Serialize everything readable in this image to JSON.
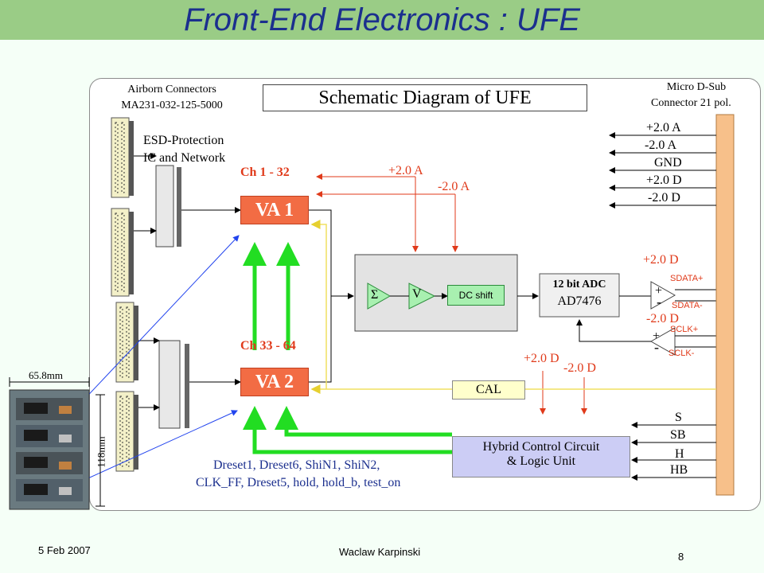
{
  "title": "Front-End Electronics : UFE",
  "schematic_title": "Schematic Diagram of UFE",
  "labels": {
    "airborn_line1": "Airborn Connectors",
    "airborn_line2": "MA231-032-125-5000",
    "esd_line1": "ESD-Protection",
    "esd_line2": "IC and Network",
    "microd_line1": "Micro D-Sub",
    "microd_line2": "Connector 21 pol.",
    "ch_1_32": "Ch  1 - 32",
    "ch_33_64": "Ch 33 - 64",
    "va1": "VA 1",
    "va2": "VA 2",
    "sum": "Σ",
    "v_amp": "V",
    "dc_shift": "DC shift",
    "adc_line1": "12 bit ADC",
    "adc_line2": "AD7476",
    "cal": "CAL",
    "hybrid_line1": "Hybrid Control Circuit",
    "hybrid_line2": "& Logic Unit",
    "signals_line1": "Dreset1, Dreset6, ShiN1, ShiN2,",
    "signals_line2": "CLK_FF, Dreset5, hold, hold_b, test_on",
    "plus2a_mid": "+2.0 A",
    "minus2a_mid": "-2.0 A",
    "plus2d_adc": "+2.0 D",
    "minus2d_adc": "-2.0 D",
    "plus2d_cal": "+2.0 D",
    "minus2d_cal": "-2.0 D",
    "sdata_plus": "SDATA+",
    "sdata_minus": "SDATA-",
    "sclk_plus": "SCLK+",
    "sclk_minus": "SCLK-",
    "plus_sign": "+",
    "minus_sign": "-",
    "dim_width": "65.8mm",
    "dim_height": "118mm"
  },
  "power_rails": [
    "+2.0 A",
    "-2.0 A",
    "GND",
    "+2.0 D",
    "-2.0 D"
  ],
  "control_signals": [
    "S",
    "SB",
    "H",
    "HB"
  ],
  "footer": {
    "date": "5 Feb 2007",
    "author": "Waclaw Karpinski",
    "page": "8"
  },
  "colors": {
    "title_bar": "#9acc86",
    "title_text": "#1b2f8e",
    "va_fill": "#f26c44",
    "red_wire": "#e03a1a",
    "green_arrow": "#22dd22",
    "yellow_wire": "#f0e060",
    "blue_line": "#2244ee",
    "connector_bar": "#f7c08a",
    "hybrid_fill": "#cccdf5",
    "cal_fill": "#ffffcc"
  }
}
